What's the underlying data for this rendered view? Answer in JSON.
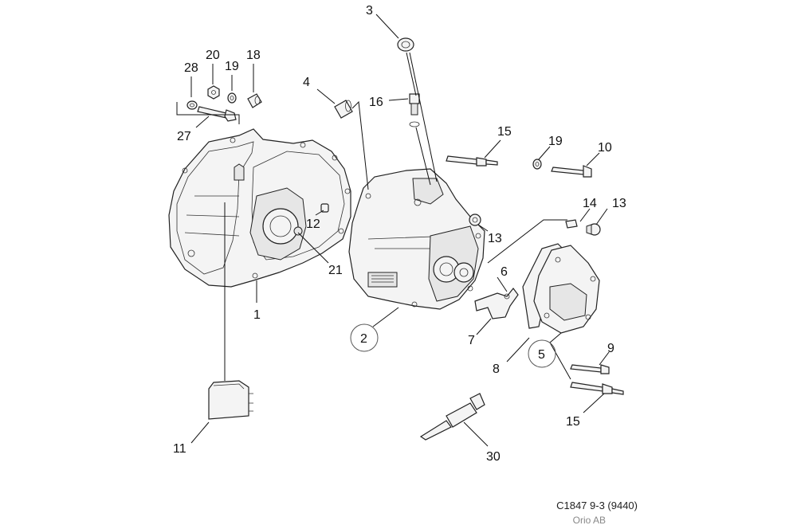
{
  "callouts": [
    {
      "id": "c28",
      "text": "28"
    },
    {
      "id": "c20",
      "text": "20"
    },
    {
      "id": "c19a",
      "text": "19"
    },
    {
      "id": "c18",
      "text": "18"
    },
    {
      "id": "c27",
      "text": "27"
    },
    {
      "id": "c1",
      "text": "1"
    },
    {
      "id": "c11",
      "text": "11"
    },
    {
      "id": "c12",
      "text": "12"
    },
    {
      "id": "c21",
      "text": "21"
    },
    {
      "id": "c4",
      "text": "4"
    },
    {
      "id": "c3",
      "text": "3"
    },
    {
      "id": "c16",
      "text": "16"
    },
    {
      "id": "c2",
      "text": "2"
    },
    {
      "id": "c15a",
      "text": "15"
    },
    {
      "id": "c19b",
      "text": "19"
    },
    {
      "id": "c10",
      "text": "10"
    },
    {
      "id": "c14",
      "text": "14"
    },
    {
      "id": "c13a",
      "text": "13"
    },
    {
      "id": "c13b",
      "text": "13"
    },
    {
      "id": "c6",
      "text": "6"
    },
    {
      "id": "c7",
      "text": "7"
    },
    {
      "id": "c5",
      "text": "5"
    },
    {
      "id": "c8",
      "text": "8"
    },
    {
      "id": "c9",
      "text": "9"
    },
    {
      "id": "c15b",
      "text": "15"
    },
    {
      "id": "c30",
      "text": "30"
    }
  ],
  "footer": {
    "code": "C1847 9-3 (9440)",
    "brand": "Orio AB"
  }
}
